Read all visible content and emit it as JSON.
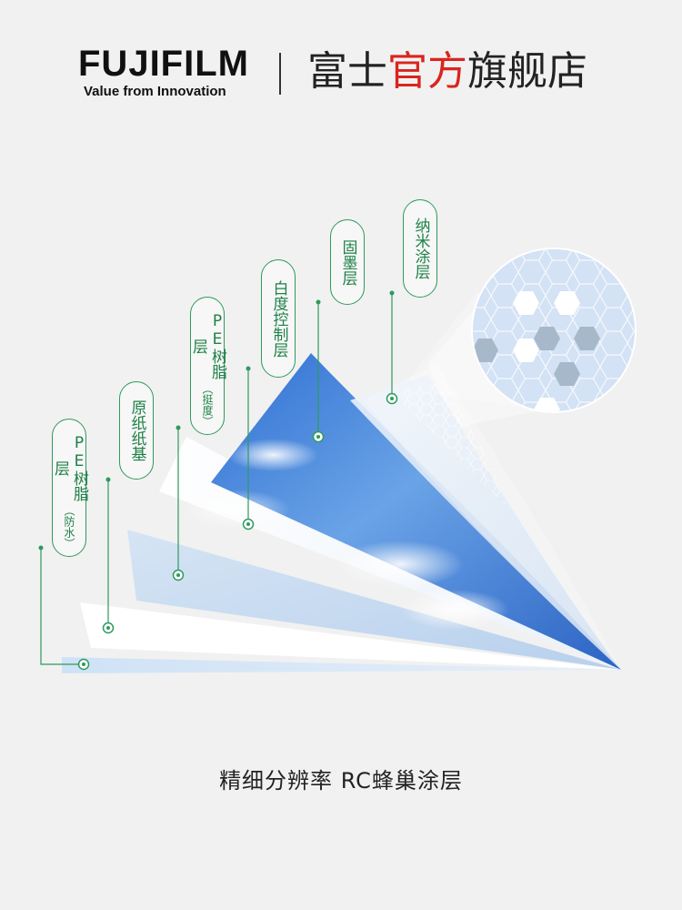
{
  "header": {
    "brand_logo": "FUJIFILM",
    "brand_tagline": "Value from Innovation",
    "store_name_part1": "富士",
    "store_name_part2": "官方",
    "store_name_part3": "旗舰店"
  },
  "layers": [
    {
      "label": "PE树脂层",
      "sub": "（防水）"
    },
    {
      "label": "原纸纸基",
      "sub": ""
    },
    {
      "label": "PE树脂层",
      "sub": "（挺度）"
    },
    {
      "label": "白度控制层",
      "sub": ""
    },
    {
      "label": "固墨层",
      "sub": ""
    },
    {
      "label": "纳米涂层",
      "sub": ""
    }
  ],
  "caption": "精细分辨率  RC蜂巢涂层",
  "colors": {
    "accent_green": "#2e9a5c",
    "brand_red": "#d9251d",
    "sky_blue": "#3a7fd8"
  }
}
